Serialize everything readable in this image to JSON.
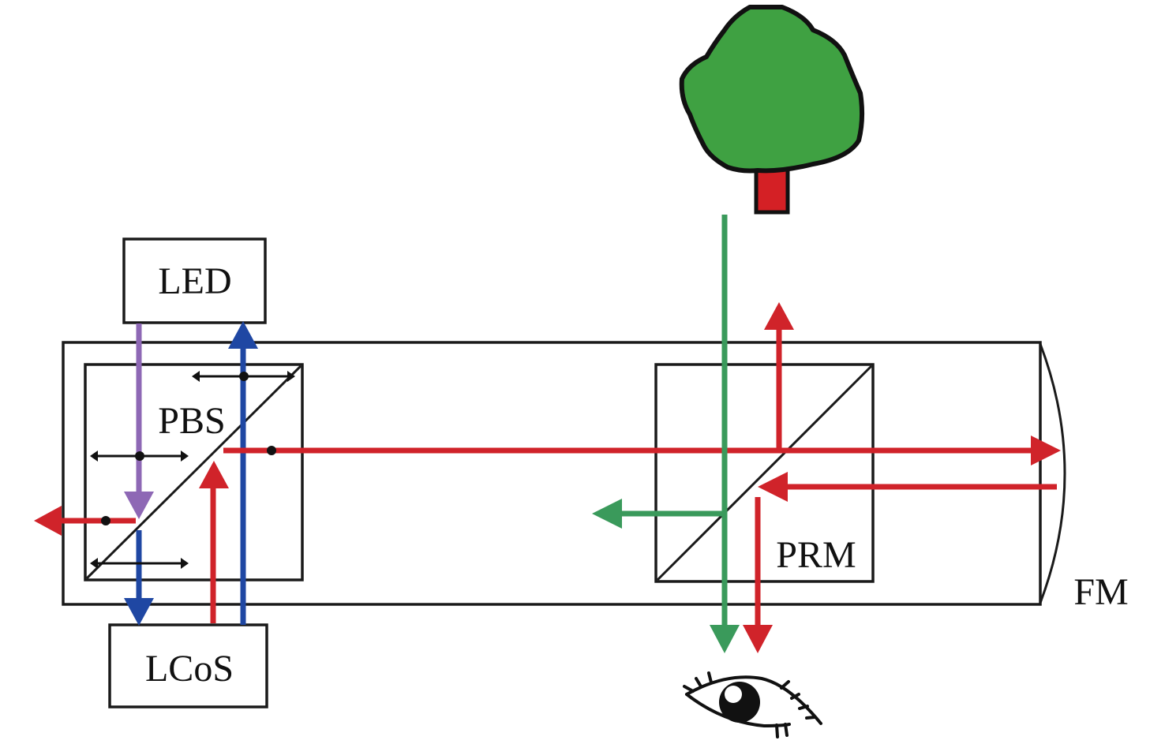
{
  "diagram": {
    "title": "",
    "components": {
      "led": {
        "label": "LED"
      },
      "lcos": {
        "label": "LCoS"
      },
      "pbs": {
        "label": "PBS"
      },
      "prm": {
        "label": "PRM"
      },
      "fm": {
        "label": "FM"
      }
    },
    "icons": {
      "scene": "tree-icon",
      "viewer": "eye-icon"
    },
    "colors": {
      "led_beam": "#8e68b5",
      "display_beam": "#d0232a",
      "return_beam": "#1f47a3",
      "scene_beam": "#3a9a5b",
      "tree_foliage": "#3fa142",
      "tree_trunk": "#d42025",
      "outline": "#1a1a1a"
    }
  }
}
